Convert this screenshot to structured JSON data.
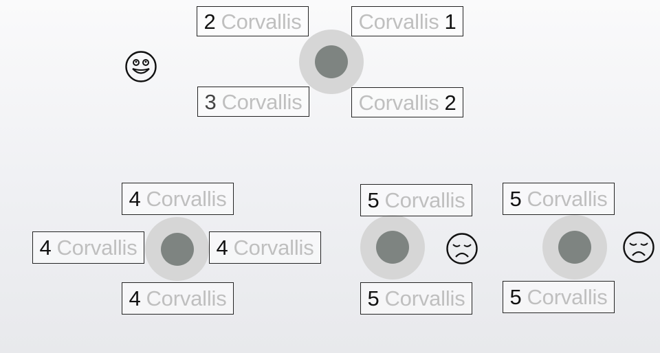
{
  "city": "Corvallis",
  "groups": [
    {
      "labels": [
        {
          "num": "2",
          "order": "num-first"
        },
        {
          "num": "1",
          "order": "city-first"
        },
        {
          "num": "3",
          "order": "num-first"
        },
        {
          "num": "2",
          "order": "city-first"
        }
      ],
      "emoji": "smiling-face-icon"
    },
    {
      "labels": [
        {
          "num": "4",
          "order": "num-first"
        },
        {
          "num": "4",
          "order": "num-first"
        },
        {
          "num": "4",
          "order": "num-first"
        },
        {
          "num": "4",
          "order": "num-first"
        }
      ]
    },
    {
      "labels": [
        {
          "num": "5",
          "order": "num-first"
        },
        {
          "num": "5",
          "order": "num-first"
        }
      ],
      "emoji": "frowning-face-icon"
    },
    {
      "labels": [
        {
          "num": "5",
          "order": "num-first"
        },
        {
          "num": "5",
          "order": "num-first"
        }
      ],
      "emoji": "frowning-face-icon"
    }
  ],
  "colors": {
    "marker_halo": "#d6d6d6",
    "marker_dot": "#7e8481",
    "city_text": "#bfbfbf",
    "number_text": "#111111"
  }
}
